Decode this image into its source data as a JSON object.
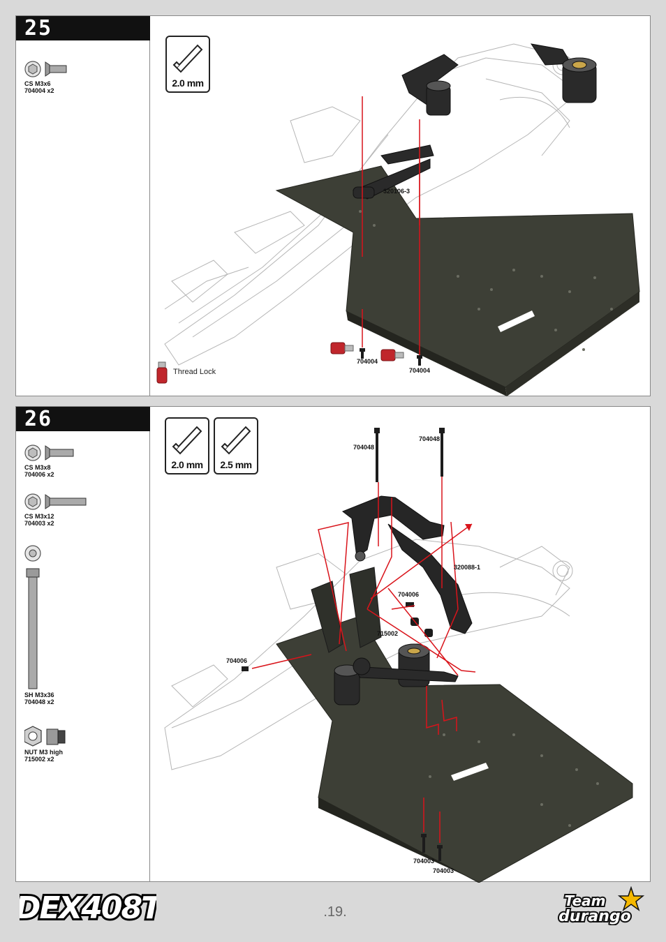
{
  "steps": [
    {
      "number": "25",
      "parts": [
        {
          "icon": "countersunk-screw-icon",
          "name": "CS M3x6",
          "code": "704004  x2"
        }
      ],
      "tools": [
        {
          "label": "2.0 mm",
          "icon": "hex-key-icon"
        }
      ],
      "callouts": {
        "steering_link": "320106-3",
        "screw_left": "704004",
        "screw_right": "704004"
      },
      "thread_lock_label": "Thread Lock"
    },
    {
      "number": "26",
      "parts": [
        {
          "icon": "countersunk-screw-icon",
          "name": "CS  M3x8",
          "code": "704006  x2"
        },
        {
          "icon": "countersunk-screw-icon",
          "name": "CS M3x12",
          "code": "704003  x2"
        },
        {
          "icon": "socket-head-screw-icon",
          "name": "SH  M3x36",
          "code": "704048  x2"
        },
        {
          "icon": "nylon-nut-icon",
          "name": "NUT M3 high",
          "code": "715002  x2"
        }
      ],
      "tools": [
        {
          "label": "2.0 mm",
          "icon": "hex-key-icon"
        },
        {
          "label": "2.5 mm",
          "icon": "hex-key-icon"
        }
      ],
      "callouts": {
        "long_screw_left": "704048",
        "long_screw_right": "704048",
        "brace": "320088-1",
        "cs_top": "704006",
        "nut": "715002",
        "cs_left": "704006",
        "bottom_a": "704003",
        "bottom_b": "704003"
      }
    }
  ],
  "footer": {
    "model_logo": "DEX408T",
    "page_number": ".19.",
    "brand_logo_line1": "Team",
    "brand_logo_line2": "durango"
  },
  "colors": {
    "plate": "#3d3f36",
    "plate_edge": "#24251f",
    "red_line": "#d9141b",
    "background": "#d9d9d9"
  }
}
